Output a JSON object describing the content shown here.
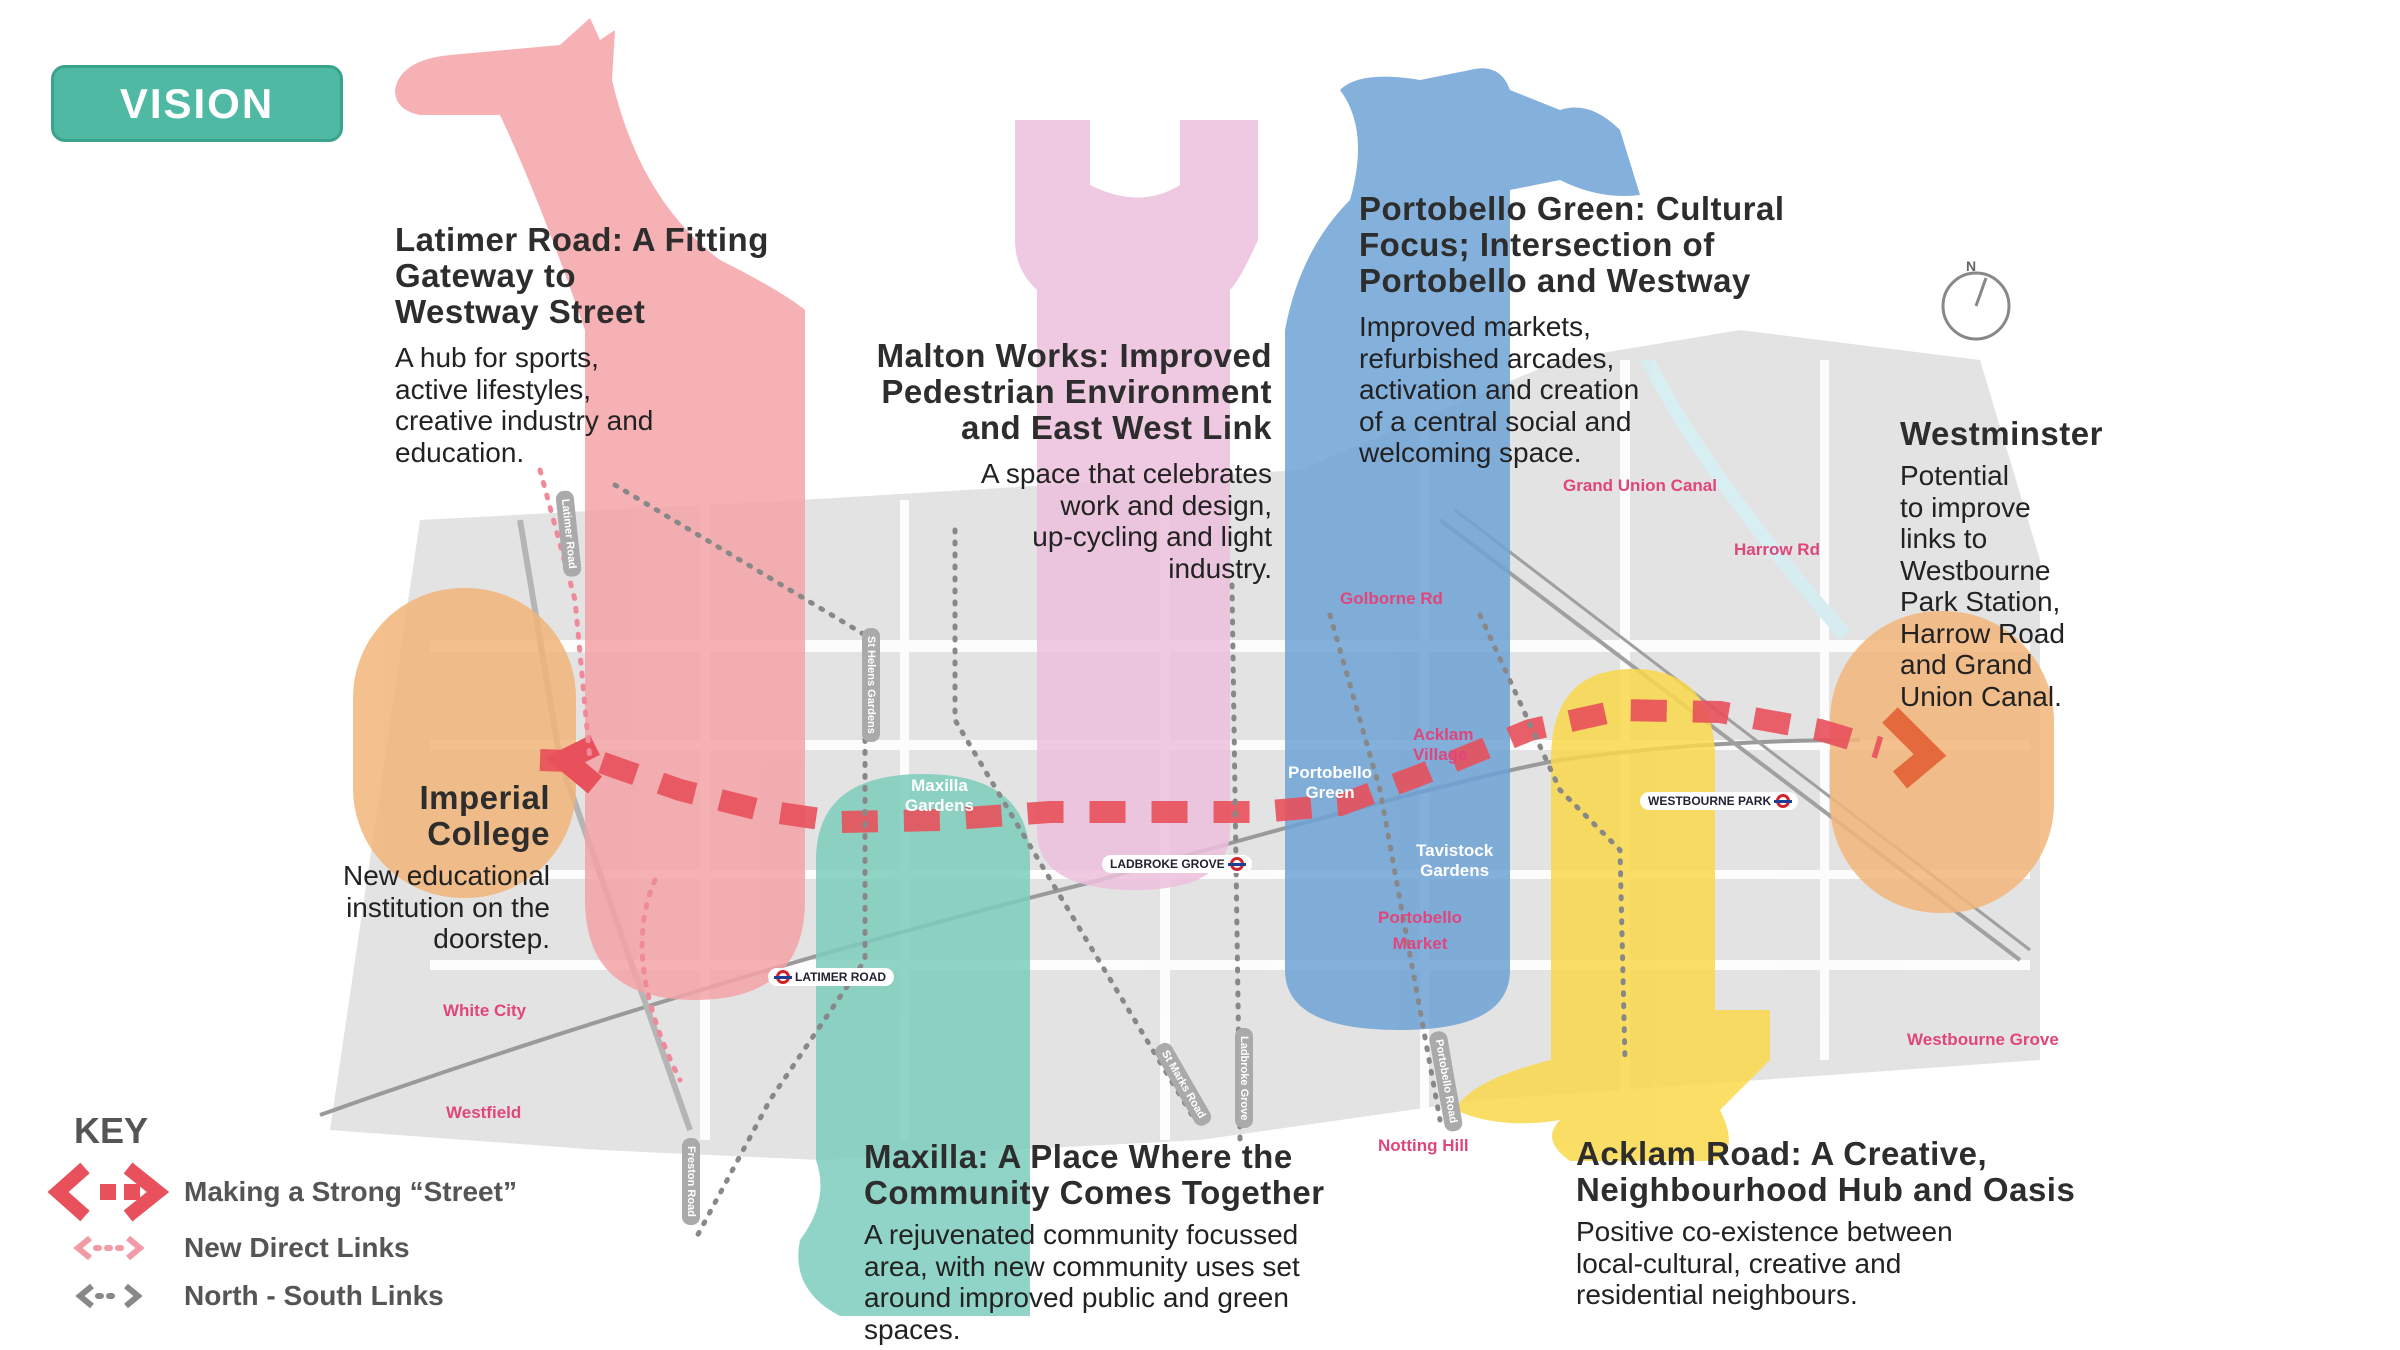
{
  "badge": "VISION",
  "compass": "N",
  "sections": {
    "latimer": {
      "title": [
        "Latimer Road: A Fitting",
        "Gateway to",
        "Westway Street"
      ],
      "body": [
        "A hub for sports,",
        "active lifestyles,",
        "creative industry and",
        "education."
      ]
    },
    "malton": {
      "title": [
        "Malton Works: Improved",
        "Pedestrian Environment",
        "and East West Link"
      ],
      "body": [
        "A space that celebrates",
        "work and design,",
        "up-cycling and light",
        "industry."
      ]
    },
    "portobello": {
      "title": [
        "Portobello Green: Cultural",
        "Focus; Intersection of",
        "Portobello and Westway"
      ],
      "body": [
        "Improved markets,",
        "refurbished arcades,",
        "activation and creation",
        "of a central social and",
        "welcoming space."
      ]
    },
    "westminster": {
      "title": [
        "Westminster"
      ],
      "body": [
        "Potential",
        "to improve",
        "links to",
        "Westbourne",
        "Park Station,",
        "Harrow Road",
        "and Grand",
        "Union Canal."
      ]
    },
    "imperial": {
      "title": [
        "Imperial",
        "College"
      ],
      "body": [
        "New educational",
        "institution on the",
        "doorstep."
      ]
    },
    "maxilla": {
      "title": [
        "Maxilla: A Place Where the",
        "Community Comes Together"
      ],
      "body": [
        "A rejuvenated community focussed",
        "area, with new community uses set",
        "around improved public and green",
        "spaces."
      ]
    },
    "acklam": {
      "title": [
        "Acklam Road: A Creative,",
        "Neighbourhood Hub and Oasis"
      ],
      "body": [
        "Positive co-existence between",
        "local-cultural, creative and",
        "residential neighbours."
      ]
    }
  },
  "map_labels": {
    "grand_union_canal": "Grand Union Canal",
    "harrow_rd": "Harrow Rd",
    "golborne_rd": "Golborne Rd",
    "acklam_village": [
      "Acklam",
      "Village"
    ],
    "portobello_market": [
      "Portobello",
      "Market"
    ],
    "white_city": "White City",
    "westfield": "Westfield",
    "westbourne_grove": "Westbourne Grove",
    "notting_hill": "Notting Hill",
    "maxilla_gardens": [
      "Maxilla",
      "Gardens"
    ],
    "portobello_green": [
      "Portobello",
      "Green"
    ],
    "tavistock_gardens": [
      "Tavistock",
      "Gardens"
    ]
  },
  "stations": {
    "ladbroke_grove": "LADBROKE GROVE",
    "latimer_road": "LATIMER ROAD",
    "westbourne_park": "WESTBOURNE PARK"
  },
  "streets": {
    "latimer_road": "Latimer Road",
    "st_helens_gardens": "St Helens Gardens",
    "freston_road": "Freston Road",
    "st_marks_road": "St Marks Road",
    "ladbroke_grove": "Ladbroke Grove",
    "portobello_road": "Portobello Road"
  },
  "key": {
    "title": "KEY",
    "items": [
      "Making a Strong “Street”",
      "New Direct Links",
      "North - South Links"
    ]
  },
  "colors": {
    "pink": "#f4a3a8",
    "lilac": "#ecc0dc",
    "blue": "#7fabd9",
    "orange": "#f2bd87",
    "teal": "#8fd4c6",
    "yellow": "#f9de6a",
    "street": "#e8505b",
    "label": "#e0457b",
    "badge": "#4fb9a3"
  }
}
